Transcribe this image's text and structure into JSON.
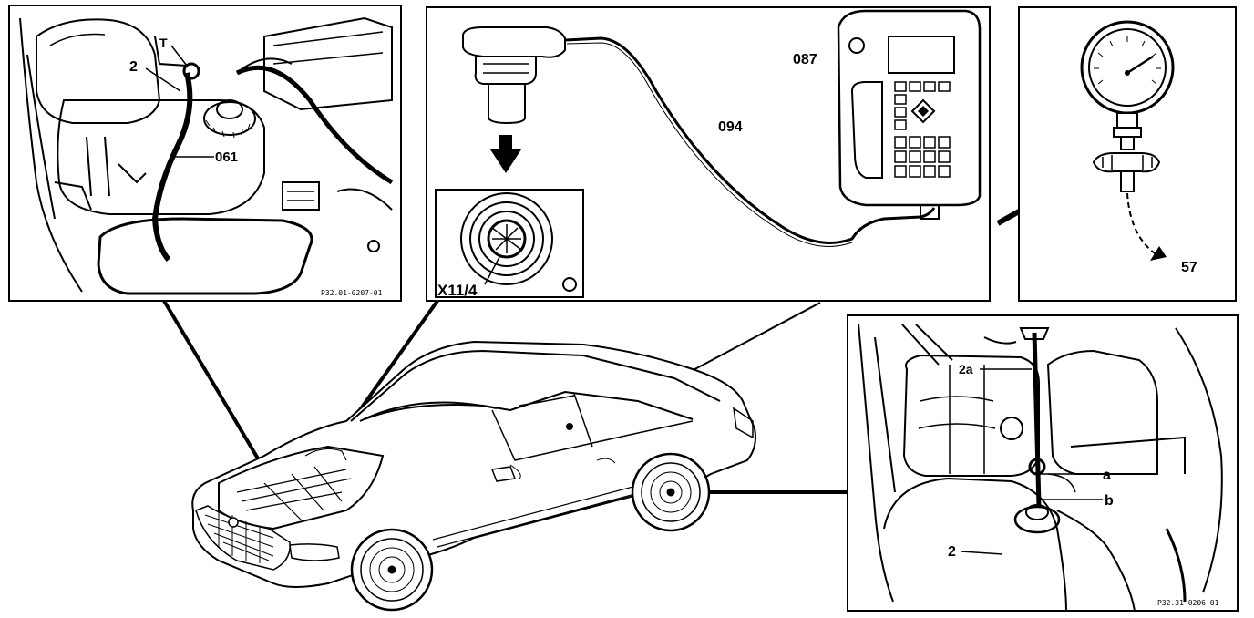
{
  "labels": {
    "engine_top_left": {
      "item2": "2",
      "itemT": "T",
      "item061": "061"
    },
    "diag_connector": {
      "x11_4": "X11/4",
      "item094": "094",
      "item087": "087"
    },
    "pressure_gauge": {
      "item57": "57"
    },
    "engine_bottom_right": {
      "item2a": "2a",
      "itema": "a",
      "itemb": "b",
      "item2": "2"
    }
  },
  "reference_codes": {
    "engine_top_left": "P32.01-0207-01",
    "engine_bottom_right": "P32.31-0206-01"
  }
}
